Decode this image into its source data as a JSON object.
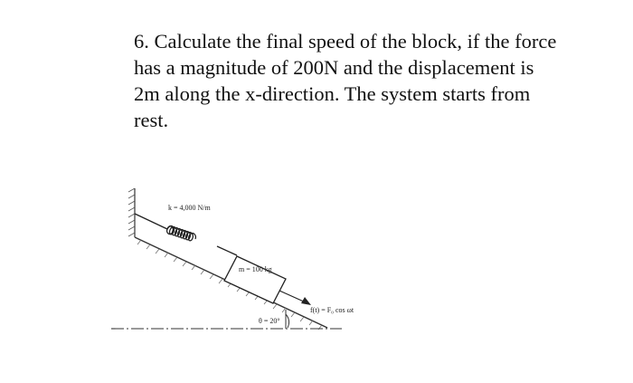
{
  "problem": {
    "number": "6.",
    "text": "Calculate the final speed of the block, if the force has a magnitude of 200N and the displacement is 2m along the x-direction. The system starts from rest."
  },
  "figure": {
    "spring_label": "k = 4,000 N/m",
    "mass_label": "m = 100 kg",
    "force_label": "f(t) = F₀ cos ωt",
    "angle_label": "θ = 20°"
  }
}
